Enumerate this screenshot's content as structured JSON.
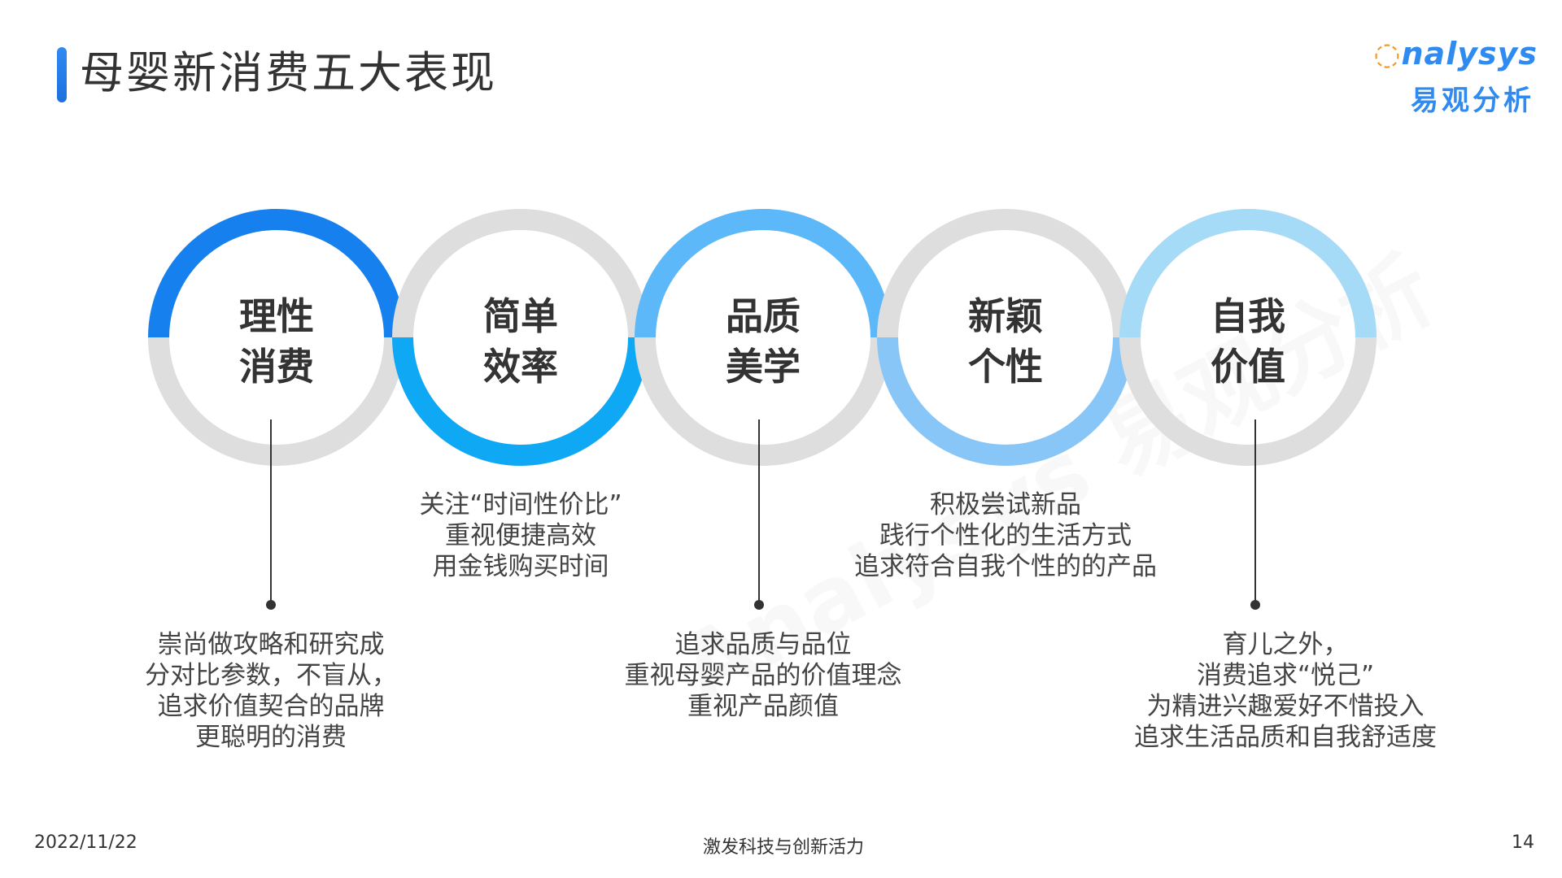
{
  "header": {
    "title": "母婴新消费五大表现"
  },
  "logo": {
    "en": "Analysys",
    "cn": "易观分析"
  },
  "watermark": "Analysys 易观分析",
  "items": [
    {
      "l1": "理性",
      "l2": "消费",
      "desc": [
        "崇尚做攻略和研究成",
        "分对比参数，不盲从，",
        "追求价值契合的品牌",
        "更聪明的消费"
      ]
    },
    {
      "l1": "简单",
      "l2": "效率",
      "desc": [
        "关注“时间性价比”",
        "重视便捷高效",
        "用金钱购买时间"
      ]
    },
    {
      "l1": "品质",
      "l2": "美学",
      "desc": [
        "追求品质与品位",
        "重视母婴产品的价值理念",
        "重视产品颜值"
      ]
    },
    {
      "l1": "新颖",
      "l2": "个性",
      "desc": [
        "积极尝试新品",
        "践行个性化的生活方式",
        "追求符合自我个性的的产品"
      ]
    },
    {
      "l1": "自我",
      "l2": "价值",
      "desc": [
        "育儿之外，",
        "消费追求“悦己”",
        "为精进兴趣爱好不惜投入",
        "追求生活品质和自我舒适度"
      ]
    }
  ],
  "colors": [
    "#1681ee",
    "#0ea8f4",
    "#5cb8f8",
    "#89c6f8",
    "#a6dbf8"
  ],
  "footer": {
    "date": "2022/11/22",
    "slogan": "激发科技与创新活力",
    "page": "14"
  }
}
